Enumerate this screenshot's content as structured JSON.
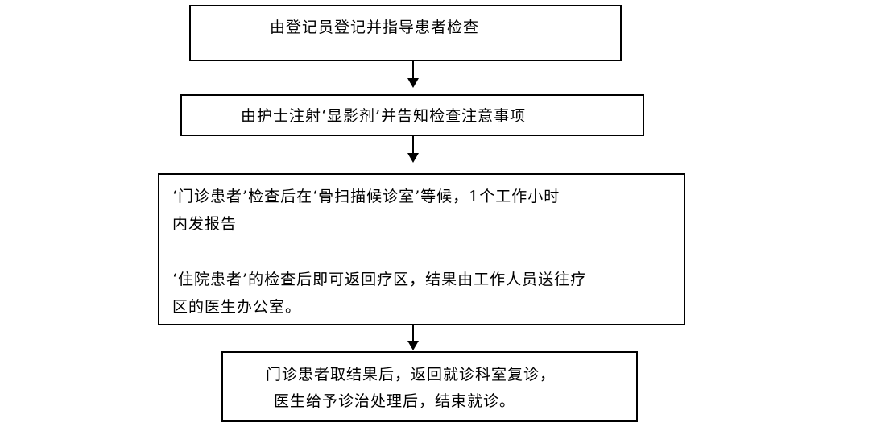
{
  "flowchart": {
    "steps": [
      {
        "lines": [
          "由登记员登记并指导患者检查"
        ]
      },
      {
        "lines": [
          "由护士注射‘显影剂’并告知检查注意事项"
        ]
      },
      {
        "paragraphs": [
          [
            "‘门诊患者’检查后在‘骨扫描候诊室’等候，1个工作小时",
            "内发报告"
          ],
          [
            "‘住院患者’的检查后即可返回疗区，结果由工作人员送往疗",
            "区的医生办公室。"
          ]
        ]
      },
      {
        "lines": [
          "门诊患者取结果后，返回就诊科室复诊，",
          "医生给予诊治处理后，结束就诊。"
        ]
      }
    ],
    "connector_color": "#000000",
    "box_border_color": "#000000"
  }
}
